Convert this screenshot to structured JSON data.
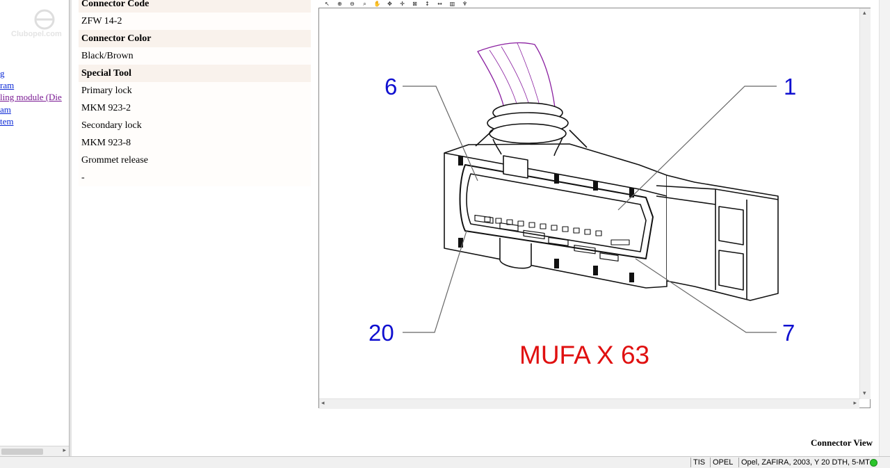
{
  "nav": {
    "watermark": "Clubopel.com",
    "links": [
      {
        "label": "g",
        "visited": false
      },
      {
        "label": "ram",
        "visited": false
      },
      {
        "label": "ling module (Die",
        "visited": true
      },
      {
        "label": "am",
        "visited": false
      },
      {
        "label": "tem",
        "visited": false
      }
    ]
  },
  "info_table": [
    {
      "type": "header",
      "text": "Connector Code"
    },
    {
      "type": "value",
      "text": "ZFW 14-2"
    },
    {
      "type": "header",
      "text": "Connector Color"
    },
    {
      "type": "value",
      "text": "Black/Brown"
    },
    {
      "type": "header",
      "text": "Special Tool"
    },
    {
      "type": "value",
      "text": "Primary lock"
    },
    {
      "type": "value",
      "text": "MKM 923-2"
    },
    {
      "type": "value",
      "text": "Secondary lock"
    },
    {
      "type": "value",
      "text": "MKM 923-8"
    },
    {
      "type": "value",
      "text": "Grommet release"
    },
    {
      "type": "value",
      "text": "-"
    }
  ],
  "toolbar": {
    "tools": [
      "select-icon",
      "zoom-in-icon",
      "zoom-out-icon",
      "magnifier-icon",
      "pan-hand-icon",
      "zoom-area-icon",
      "zoom-points-icon",
      "fit-window-icon",
      "fit-height-icon",
      "fit-width-icon",
      "measure-icon",
      "print-icon"
    ]
  },
  "diagram": {
    "pin_labels": {
      "top_left": "6",
      "top_right": "1",
      "bottom_left": "20",
      "bottom_right": "7"
    },
    "title": "MUFA X 63",
    "label_color": "#1010d0",
    "title_color": "#e01010",
    "wire_color": "#8a1fa0"
  },
  "caption": "Connector View",
  "statusbar": {
    "app": "TIS",
    "brand": "OPEL",
    "vehicle": "Opel, ZAFIRA, 2003, Y 20 DTH, 5-MT",
    "status_color": "#2bc52b"
  }
}
